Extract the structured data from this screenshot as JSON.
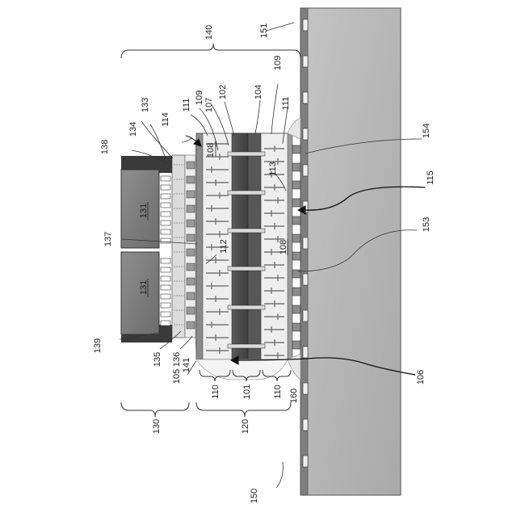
{
  "figure": {
    "labels": {
      "l140": "140",
      "l151": "151",
      "l133": "133",
      "l134": "134",
      "l114": "114",
      "l111a": "111",
      "l109a": "109",
      "l107": "107",
      "l102": "102",
      "l104": "104",
      "l109b": "109",
      "l111b": "111",
      "l138": "138",
      "l108a": "108",
      "l113": "113",
      "l154": "154",
      "l115": "115",
      "l131a": "131",
      "l137": "137",
      "l112": "112",
      "l108b": "108",
      "l153": "153",
      "l131b": "131",
      "l139": "139",
      "l135": "135",
      "l136": "136",
      "l105": "105",
      "l141": "141",
      "l106": "106",
      "l110a": "110",
      "l101": "101",
      "l110b": "110",
      "l160": "160",
      "l130": "130",
      "l120": "120",
      "l150": "150"
    }
  }
}
